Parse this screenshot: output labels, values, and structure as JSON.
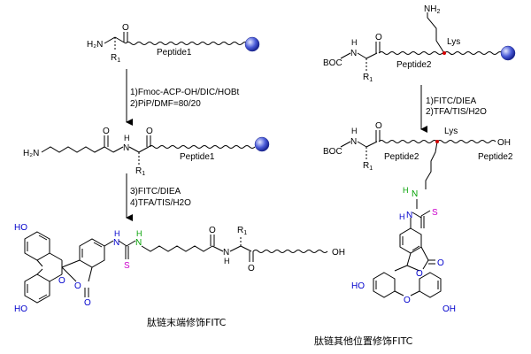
{
  "left": {
    "start": {
      "amine": "H₂N",
      "r_group": "R",
      "r_sub": "1",
      "peptide_label": "Peptide1"
    },
    "step1": {
      "line1": "1)Fmoc-ACP-OH/DIC/HOBt",
      "line2": "2)PiP/DMF=80/20"
    },
    "intermediate": {
      "amine": "H₂N",
      "nh": "H",
      "n": "N",
      "r_group": "R",
      "r_sub": "1",
      "peptide_label": "Peptide1"
    },
    "step2": {
      "line1": "3)FITC/DIEA",
      "line2": "4)TFA/TIS/H2O"
    },
    "product": {
      "ho_top": "HO",
      "ho_bottom": "HO",
      "ring_o": "O",
      "lactone_o": "O",
      "carbonyl_o": "O",
      "thiourea_nh1": "H",
      "thiourea_n1": "N",
      "thiourea_nh2": "H",
      "thiourea_n2": "N",
      "sulfur": "S",
      "amide_nh": "H",
      "amide_n": "N",
      "amide_o": "O",
      "r_group": "R",
      "r_sub": "1",
      "ketone_o": "O",
      "terminal": "OH"
    },
    "caption": "肽链末端修饰FITC"
  },
  "right": {
    "start": {
      "side_amine": "NH",
      "side_amine_sub": "2",
      "lys": "Lys",
      "boc": "BOC",
      "nh": "H",
      "n": "N",
      "carbonyl_o": "O",
      "r_group": "R",
      "r_sub": "1",
      "peptide_label": "Peptide2"
    },
    "step": {
      "line1": "1)FITC/DIEA",
      "line2": "2)TFA/TIS/H2O"
    },
    "product": {
      "boc": "BOC",
      "nh": "H",
      "n": "N",
      "carbonyl_o": "O",
      "r_group": "R",
      "r_sub": "1",
      "lys": "Lys",
      "terminal": "OH",
      "peptide_label_a": "Peptide2",
      "peptide_label_b": "Peptide2",
      "thiourea_nh1": "H",
      "thiourea_n1": "N",
      "thiourea_nh2": "H",
      "thiourea_n2": "N",
      "sulfur": "S",
      "lactone_o": "O",
      "carbonyl_o2": "O",
      "ring_o": "O",
      "ho_left": "HO",
      "oh_right": "OH"
    },
    "caption": "肽链其他位置修饰FITC"
  },
  "colors": {
    "bead": "#4a5bd8",
    "bead_highlight": "#e4e8ff",
    "fluorescein": "#0000cc",
    "thiourea_nh": "#00a000",
    "sulfur": "#cc00cc",
    "attachment_point": "#d40000"
  }
}
